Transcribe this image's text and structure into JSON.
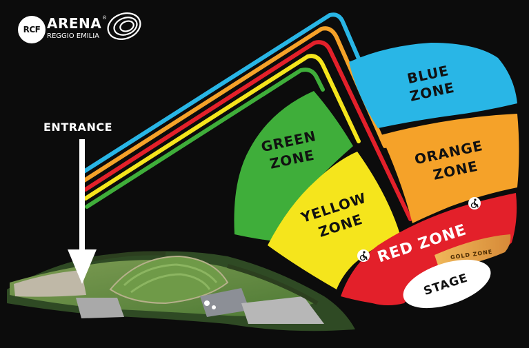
{
  "logo": {
    "badge": "RCF",
    "name": "ARENA",
    "registered": "®",
    "subtitle": "REGGIO EMILIA",
    "icon": "swirl-logo-icon"
  },
  "entrance": {
    "label": "ENTRANCE",
    "icon": "down-arrow-icon"
  },
  "zones": {
    "blue": {
      "line1": "BLUE",
      "line2": "ZONE",
      "color": "#29b6e6"
    },
    "green": {
      "line1": "GREEN",
      "line2": "ZONE",
      "color": "#3fae3a"
    },
    "orange": {
      "line1": "ORANGE",
      "line2": "ZONE",
      "color": "#f5a229"
    },
    "yellow": {
      "line1": "YELLOW",
      "line2": "ZONE",
      "color": "#f5e51c"
    },
    "red": {
      "label": "RED ZONE",
      "color": "#e3202a"
    },
    "gold": {
      "label": "GOLD ZONE",
      "color": "#e2a24a"
    },
    "stage": {
      "label": "STAGE",
      "color": "#ffffff"
    }
  },
  "accessibility": {
    "icon": "wheelchair-icon"
  }
}
